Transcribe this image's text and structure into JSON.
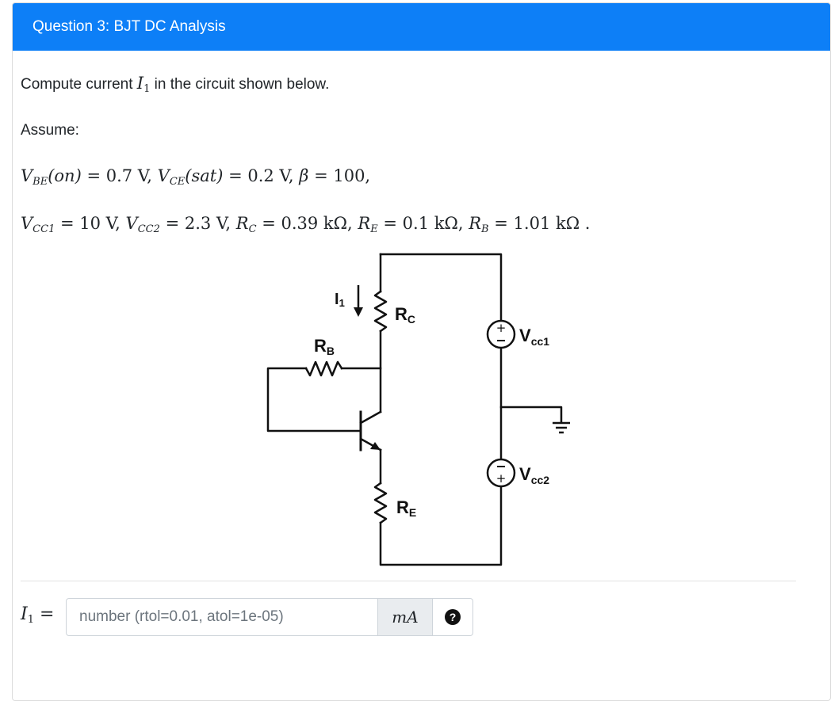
{
  "header": {
    "title": "Question 3: BJT DC Analysis"
  },
  "prompt": {
    "before": "Compute current ",
    "var": "I",
    "var_sub": "1",
    "after": " in the circuit shown below."
  },
  "assume_label": "Assume:",
  "params_line1": {
    "vbe": "V",
    "vbe_sub": "BE",
    "vbe_arg": "(on)",
    "vbe_val": " = 0.7 V, ",
    "vce": "V",
    "vce_sub": "CE",
    "vce_arg": "(sat)",
    "vce_val": " = 0.2 V, ",
    "beta": "β",
    "beta_val": " = 100,"
  },
  "params_line2": {
    "vcc1": "V",
    "vcc1_sub": "CC1",
    "vcc1_val": " = 10 V, ",
    "vcc2": "V",
    "vcc2_sub": "CC2",
    "vcc2_val": " = 2.3 V, ",
    "rc": "R",
    "rc_sub": "C",
    "rc_val": " = 0.39 kΩ, ",
    "re": "R",
    "re_sub": "E",
    "re_val": " = 0.1 kΩ, ",
    "rb": "R",
    "rb_sub": "B",
    "rb_val": " = 1.01 kΩ ."
  },
  "circuit": {
    "i1_label": "I",
    "i1_sub": "1",
    "rc_label": "R",
    "rc_sub": "C",
    "rb_label": "R",
    "rb_sub": "B",
    "re_label": "R",
    "re_sub": "E",
    "vcc1_label": "V",
    "vcc1_sub": "cc1",
    "vcc2_label": "V",
    "vcc2_sub": "cc2"
  },
  "answer": {
    "label_var": "I",
    "label_sub": "1",
    "label_eq": " =",
    "placeholder": "number (rtol=0.01, atol=1e-05)",
    "value": "",
    "unit": "mA",
    "help_icon": "question-circle-icon",
    "help_glyph": "?"
  }
}
